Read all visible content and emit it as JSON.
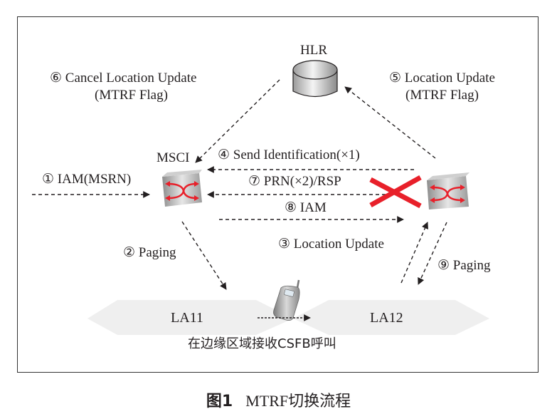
{
  "nodes": {
    "hlr": {
      "label": "HLR"
    },
    "msc1": {
      "label": "MSCI"
    },
    "msc2": {
      "label": ""
    },
    "la11": {
      "label": "LA11"
    },
    "la12": {
      "label": "LA12"
    }
  },
  "messages": {
    "m1": {
      "label": "① IAM(MSRN)"
    },
    "m2": {
      "label": "② Paging"
    },
    "m3": {
      "label": "③ Location Update"
    },
    "m4": {
      "label": "④ Send Identification(×1)"
    },
    "m5_line1": {
      "label": "⑤ Location Update"
    },
    "m5_line2": {
      "label": "(MTRF Flag)"
    },
    "m6_line1": {
      "label": "⑥ Cancel Location Update"
    },
    "m6_line2": {
      "label": "(MTRF Flag)"
    },
    "m7": {
      "label": "⑦ PRN(×2)/RSP"
    },
    "m8": {
      "label": "⑧ IAM"
    },
    "m9": {
      "label": "⑨ Paging"
    }
  },
  "note": "在边缘区域接收CSFB呼叫",
  "caption": {
    "figure": "图1",
    "title": "MTRF切换流程"
  },
  "colors": {
    "cross": "#e8202a",
    "switch_arrows": "#e8202a",
    "zone": "#efefef",
    "line": "#231f20"
  }
}
